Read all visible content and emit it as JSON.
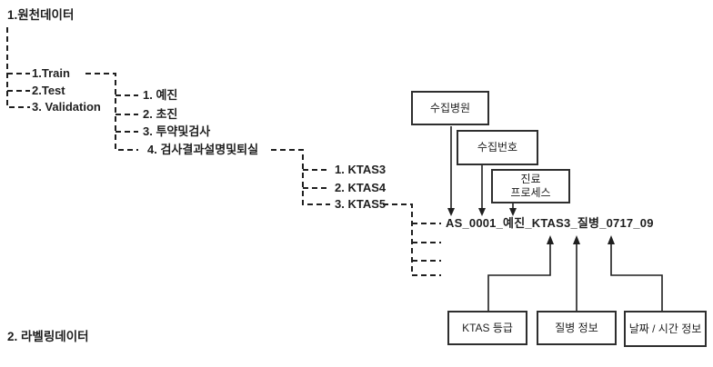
{
  "palette": {
    "line": "#1f1f1f",
    "text": "#1f1f1f",
    "box_border": "#2e2e2e",
    "background": "#ffffff"
  },
  "source_tree": {
    "title": "1.원천데이터",
    "splits": [
      "1.Train",
      "2.Test",
      "3. Validation"
    ],
    "visit_stages": [
      "1. 예진",
      "2. 초진",
      "3. 투약및검사",
      "4. 검사결과설명및퇴실"
    ],
    "ktas_levels": [
      "1. KTAS3",
      "2. KTAS4",
      "3. KTAS5"
    ],
    "example_filename": "AS_0001_예진_KTAS3_질병_0717_09"
  },
  "filename_annotations": {
    "top": [
      "수집병원",
      "수집번호",
      "진료\n프로세스"
    ],
    "bottom": [
      "KTAS 등급",
      "질병 정보",
      "날짜 / 시간 정보"
    ]
  },
  "labeling_section": {
    "title": "2. 라벨링데이터"
  }
}
